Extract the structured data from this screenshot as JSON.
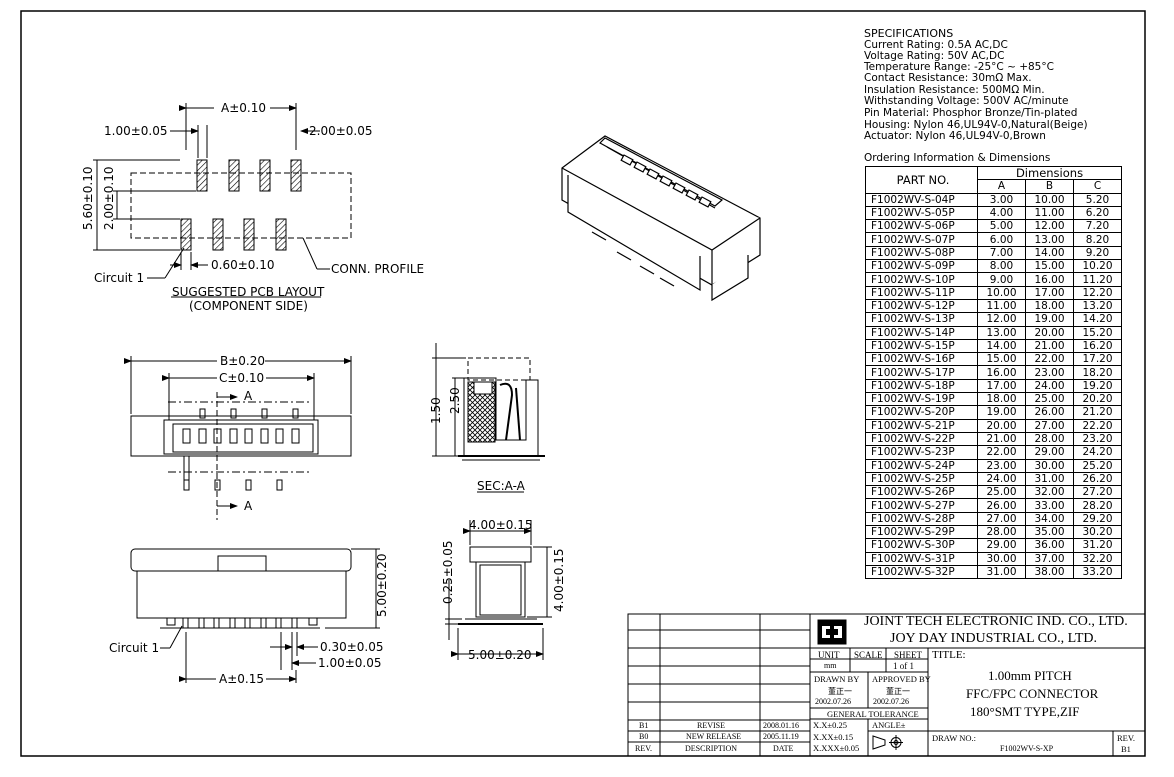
{
  "specifications": {
    "heading": "SPECIFICATIONS",
    "lines": [
      "Current Rating: 0.5A AC,DC",
      "Voltage Rating: 50V AC,DC",
      "Temperature Range: -25°C ~ +85°C",
      "Contact Resistance: 30mΩ Max.",
      "Insulation Resistance: 500MΩ Min.",
      "Withstanding Voltage: 500V AC/minute",
      "Pin Material: Phosphor Bronze/Tin-plated",
      "Housing: Nylon 46,UL94V-0,Natural(Beige)",
      "Actuator: Nylon 46,UL94V-0,Brown"
    ]
  },
  "ordering": {
    "heading": "Ordering Information & Dimensions",
    "part_no_header": "PART NO.",
    "dimensions_header": "Dimensions",
    "columns": [
      "A",
      "B",
      "C"
    ],
    "rows": [
      [
        "F1002WV-S-04P",
        "3.00",
        "10.00",
        "5.20"
      ],
      [
        "F1002WV-S-05P",
        "4.00",
        "11.00",
        "6.20"
      ],
      [
        "F1002WV-S-06P",
        "5.00",
        "12.00",
        "7.20"
      ],
      [
        "F1002WV-S-07P",
        "6.00",
        "13.00",
        "8.20"
      ],
      [
        "F1002WV-S-08P",
        "7.00",
        "14.00",
        "9.20"
      ],
      [
        "F1002WV-S-09P",
        "8.00",
        "15.00",
        "10.20"
      ],
      [
        "F1002WV-S-10P",
        "9.00",
        "16.00",
        "11.20"
      ],
      [
        "F1002WV-S-11P",
        "10.00",
        "17.00",
        "12.20"
      ],
      [
        "F1002WV-S-12P",
        "11.00",
        "18.00",
        "13.20"
      ],
      [
        "F1002WV-S-13P",
        "12.00",
        "19.00",
        "14.20"
      ],
      [
        "F1002WV-S-14P",
        "13.00",
        "20.00",
        "15.20"
      ],
      [
        "F1002WV-S-15P",
        "14.00",
        "21.00",
        "16.20"
      ],
      [
        "F1002WV-S-16P",
        "15.00",
        "22.00",
        "17.20"
      ],
      [
        "F1002WV-S-17P",
        "16.00",
        "23.00",
        "18.20"
      ],
      [
        "F1002WV-S-18P",
        "17.00",
        "24.00",
        "19.20"
      ],
      [
        "F1002WV-S-19P",
        "18.00",
        "25.00",
        "20.20"
      ],
      [
        "F1002WV-S-20P",
        "19.00",
        "26.00",
        "21.20"
      ],
      [
        "F1002WV-S-21P",
        "20.00",
        "27.00",
        "22.20"
      ],
      [
        "F1002WV-S-22P",
        "21.00",
        "28.00",
        "23.20"
      ],
      [
        "F1002WV-S-23P",
        "22.00",
        "29.00",
        "24.20"
      ],
      [
        "F1002WV-S-24P",
        "23.00",
        "30.00",
        "25.20"
      ],
      [
        "F1002WV-S-25P",
        "24.00",
        "31.00",
        "26.20"
      ],
      [
        "F1002WV-S-26P",
        "25.00",
        "32.00",
        "27.20"
      ],
      [
        "F1002WV-S-27P",
        "26.00",
        "33.00",
        "28.20"
      ],
      [
        "F1002WV-S-28P",
        "27.00",
        "34.00",
        "29.20"
      ],
      [
        "F1002WV-S-29P",
        "28.00",
        "35.00",
        "30.20"
      ],
      [
        "F1002WV-S-30P",
        "29.00",
        "36.00",
        "31.20"
      ],
      [
        "F1002WV-S-31P",
        "30.00",
        "37.00",
        "32.20"
      ],
      [
        "F1002WV-S-32P",
        "31.00",
        "38.00",
        "33.20"
      ]
    ]
  },
  "pcb_layout": {
    "dim_a": "A±0.10",
    "dim_left": "1.00±0.05",
    "dim_right": "2.00±0.05",
    "dim_height": "5.60±0.10",
    "dim_pad": "2.00±0.10",
    "dim_width": "0.60±0.10",
    "circuit_label": "Circuit 1",
    "profile_label": "CONN. PROFILE",
    "title": "SUGGESTED PCB LAYOUT",
    "subtitle": "(COMPONENT SIDE)"
  },
  "top_view": {
    "dim_b": "B±0.20",
    "dim_c": "C±0.10",
    "section_mark_top": "A",
    "section_mark_bottom": "A"
  },
  "section_view": {
    "dim_150": "1.50",
    "dim_250": "2.50",
    "label": "SEC:A-A"
  },
  "front_view": {
    "dim_height": "5.00±0.20",
    "circuit_label": "Circuit 1",
    "dim_pin": "0.30±0.05",
    "dim_pitch": "1.00±0.05",
    "dim_a": "A±0.15"
  },
  "side_view": {
    "dim_top": "4.00±0.15",
    "dim_left": "0.25±0.05",
    "dim_right": "4.00±0.15",
    "dim_bottom": "5.00±0.20"
  },
  "title_block": {
    "company_en": "JOINT TECH ELECTRONIC IND. CO., LTD.",
    "company_en2": "JOY DAY INDUSTRIAL CO., LTD.",
    "unit_label": "UNIT",
    "unit_value": "mm",
    "scale_label": "SCALE",
    "sheet_label": "SHEET",
    "sheet_value": "1 of 1",
    "title_label": "TITLE:",
    "title_lines": [
      "1.00mm PITCH",
      "FFC/FPC CONNECTOR",
      "180°SMT TYPE,ZIF"
    ],
    "drawn_by_label": "DRAWN BY",
    "drawn_by": "董正一",
    "drawn_date": "2002.07.26",
    "approved_by_label": "APPROVED BY",
    "approved_by": "董正一",
    "approved_date": "2002.07.26",
    "tolerance_label": "GENERAL TOLERANCE",
    "tol1": "X.X±0.25",
    "tol2": "X.XX±0.15",
    "tol3": "X.XXX±0.05",
    "angle_label": "ANGLE±",
    "draw_no_label": "DRAW NO.:",
    "draw_no": "F1002WV-S-XP",
    "rev_label": "REV.",
    "rev_value": "B1",
    "revisions": [
      {
        "rev": "B1",
        "desc": "REVISE",
        "date": "2008.01.16"
      },
      {
        "rev": "B0",
        "desc": "NEW RELEASE",
        "date": "2005.11.19"
      }
    ],
    "rev_header": "REV.",
    "desc_header": "DESCRIPTION",
    "date_header": "DATE"
  }
}
